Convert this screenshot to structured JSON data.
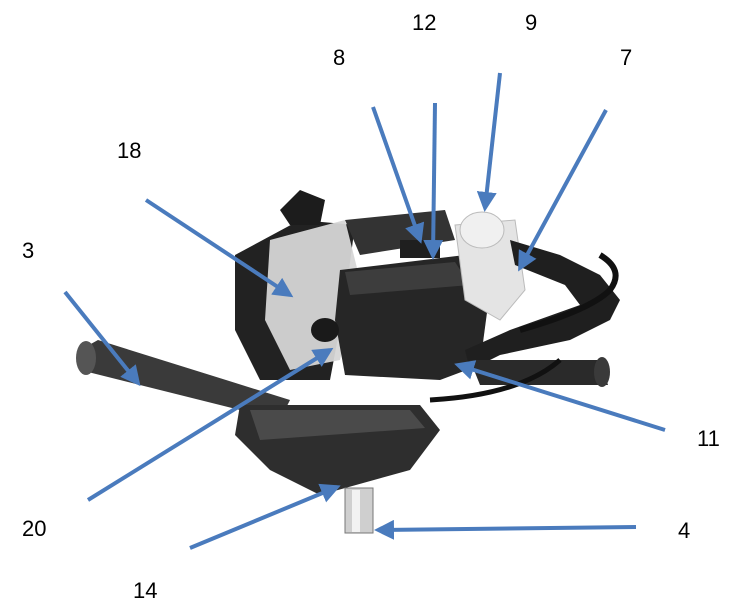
{
  "colors": {
    "arrow": "#4a7bbd",
    "body_dark": "#2b2b2b",
    "body_mid": "#4a4a4a",
    "body_light": "#d9d9d9",
    "label": "#000000"
  },
  "callouts": [
    {
      "id": "3",
      "text": "3"
    },
    {
      "id": "4",
      "text": "4"
    },
    {
      "id": "7",
      "text": "7"
    },
    {
      "id": "8",
      "text": "8"
    },
    {
      "id": "9",
      "text": "9"
    },
    {
      "id": "11",
      "text": "11"
    },
    {
      "id": "12",
      "text": "12"
    },
    {
      "id": "14",
      "text": "14"
    },
    {
      "id": "18",
      "text": "18"
    },
    {
      "id": "20",
      "text": "20"
    }
  ]
}
